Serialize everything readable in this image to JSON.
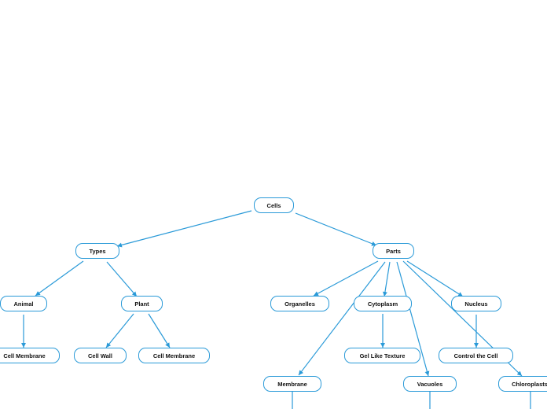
{
  "colors": {
    "line": "#2a9ad8",
    "node_border": "#2a9ad8",
    "node_text": "#111111",
    "background": "#ffffff"
  },
  "nodes": {
    "cells": "Cells",
    "types": "Types",
    "parts": "Parts",
    "animal": "Animal",
    "plant": "Plant",
    "organelles": "Organelles",
    "cytoplasm": "Cytoplasm",
    "nucleus": "Nucleus",
    "animal_cell_membrane": "Cell Membrane",
    "cell_wall": "Cell Wall",
    "plant_cell_membrane": "Cell Membrane",
    "gel_like_texture": "Gel Like Texture",
    "control_the_cell": "Control the Cell",
    "membrane": "Membrane",
    "vacuoles": "Vacuoles",
    "chloroplasts": "Chloroplasts"
  }
}
